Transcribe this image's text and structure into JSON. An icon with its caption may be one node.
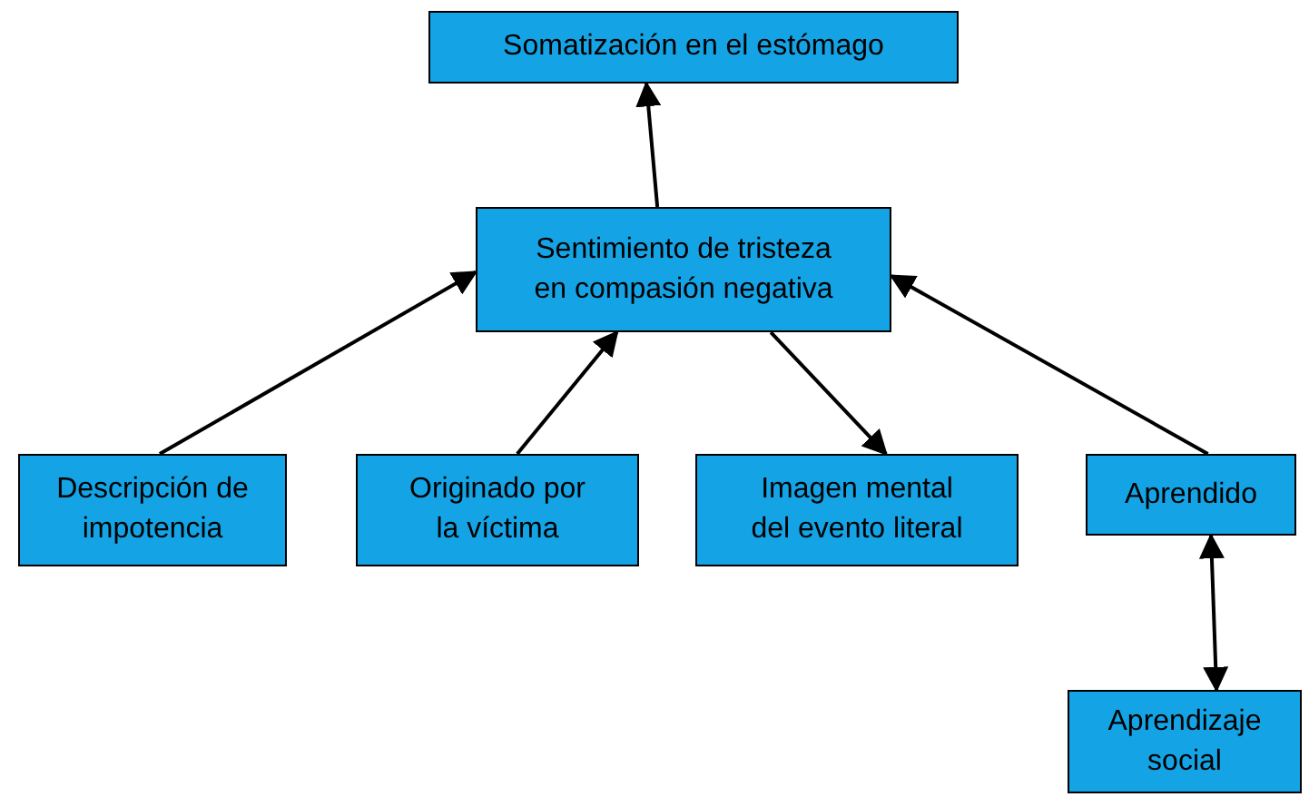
{
  "diagram": {
    "nodes": [
      {
        "text": [
          "Somatización en el estómago"
        ]
      },
      {
        "text": [
          "Sentimiento de tristeza en compasión negativa"
        ]
      },
      {
        "text": [
          "Descripción de impotencia"
        ]
      },
      {
        "text": [
          "Originado por la víctima"
        ]
      },
      {
        "text": [
          "Imagen mental del evento literal"
        ]
      },
      {
        "text": [
          "Aprendido"
        ]
      },
      {
        "text": [
          "Aprendizaje social"
        ]
      }
    ],
    "edges": [
      {
        "from": 1,
        "to": 0,
        "arrow": "to"
      },
      {
        "from": 2,
        "to": 1,
        "arrow": "to"
      },
      {
        "from": 3,
        "to": 1,
        "arrow": "to"
      },
      {
        "from": 1,
        "to": 4,
        "arrow": "to"
      },
      {
        "from": 5,
        "to": 1,
        "arrow": "to"
      },
      {
        "from": 5,
        "to": 6,
        "arrow": "both"
      }
    ]
  }
}
